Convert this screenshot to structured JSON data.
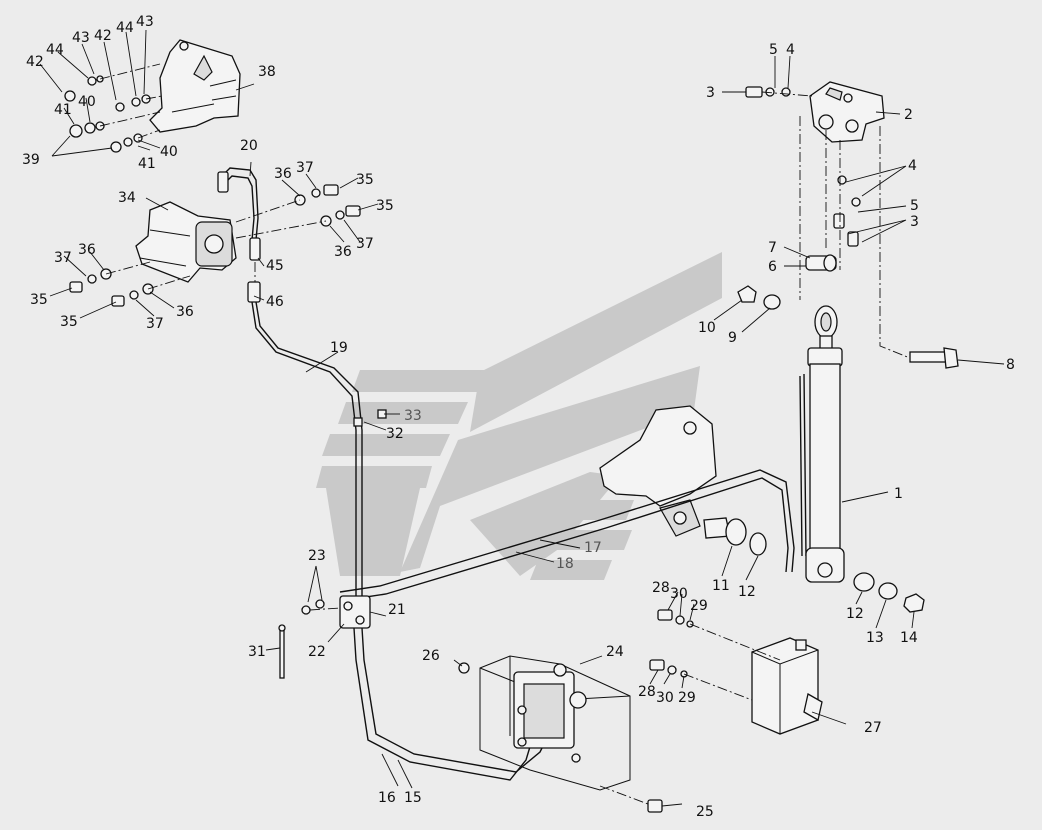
{
  "watermark_color": "#c9c9c9",
  "labels": {
    "l1": "1",
    "l2": "2",
    "l3a": "3",
    "l3b": "3",
    "l4a": "4",
    "l4b": "4",
    "l5a": "5",
    "l5b": "5",
    "l6": "6",
    "l7": "7",
    "l8": "8",
    "l9": "9",
    "l10": "10",
    "l11": "11",
    "l12a": "12",
    "l12b": "12",
    "l13": "13",
    "l14": "14",
    "l15": "15",
    "l16": "16",
    "l17": "17",
    "l18": "18",
    "l19": "19",
    "l20": "20",
    "l21": "21",
    "l22": "22",
    "l23": "23",
    "l24": "24",
    "l25": "25",
    "l26": "26",
    "l27": "27",
    "l28a": "28",
    "l28b": "28",
    "l29a": "29",
    "l29b": "29",
    "l30a": "30",
    "l30b": "30",
    "l31": "31",
    "l32": "32",
    "l33": "33",
    "l34": "34",
    "l35a": "35",
    "l35b": "35",
    "l35c": "35",
    "l35d": "35",
    "l36a": "36",
    "l36b": "36",
    "l36c": "36",
    "l36d": "36",
    "l37a": "37",
    "l37b": "37",
    "l37c": "37",
    "l37d": "37",
    "l38": "38",
    "l39": "39",
    "l40a": "40",
    "l40b": "40",
    "l41a": "41",
    "l41b": "41",
    "l42a": "42",
    "l42b": "42",
    "l43a": "43",
    "l43b": "43",
    "l44a": "44",
    "l44b": "44",
    "l45": "45",
    "l46": "46"
  }
}
